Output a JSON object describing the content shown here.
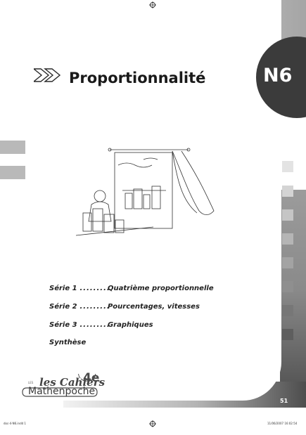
{
  "chapter": {
    "title": "Proportionnalité",
    "code": "N6"
  },
  "toc": [
    {
      "serie": "Série 1",
      "dots": ".........",
      "topic": "Quatrième proportionnelle"
    },
    {
      "serie": "Série 2",
      "dots": ".........",
      "topic": "Pourcentages, vitesses"
    },
    {
      "serie": "Série 3",
      "dots": ".........",
      "topic": "Graphiques"
    },
    {
      "serie": "Synthèse",
      "dots": "",
      "topic": ""
    }
  ],
  "logo": {
    "small_text": "LES",
    "cahiers": "les Cahiers",
    "grade": "4e",
    "brand": "Mathenpoche"
  },
  "page_number": "51",
  "print_marks": {
    "left": "doc-4-N6.indd   1",
    "right": "11/06/2007   16:02:54"
  },
  "colors": {
    "badge": "#3b3b3b",
    "band_dark": "#4a4a4a",
    "band_light": "#c9c9c9"
  },
  "icons": [
    "double-chevron-icon",
    "registration-mark-icon"
  ]
}
